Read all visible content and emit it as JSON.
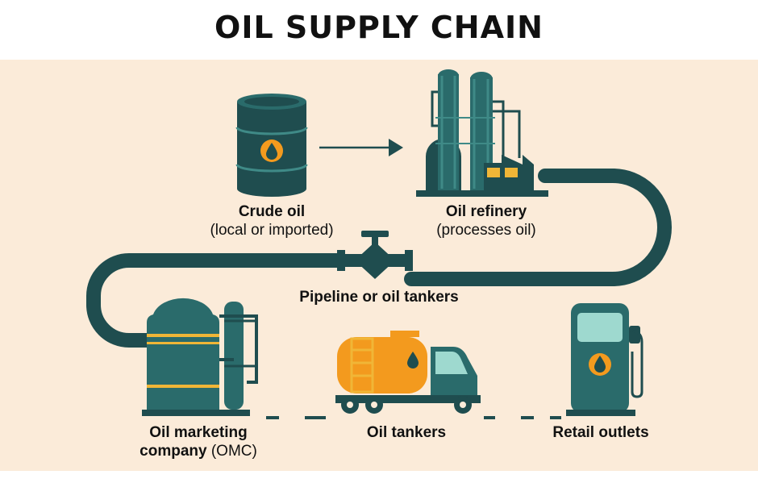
{
  "title": "OIL SUPPLY CHAIN",
  "colors": {
    "background": "#fbebd9",
    "teal_dark": "#1f4d4f",
    "teal_mid": "#2a6b6b",
    "teal_light": "#3f8a87",
    "orange": "#f39a1e",
    "yellow": "#f0b637",
    "mint": "#9ed9cf"
  },
  "icons": [
    "oil-barrel-icon",
    "oil-drop-icon",
    "refinery-icon",
    "pipeline-valve-icon",
    "storage-tank-icon",
    "tanker-truck-icon",
    "fuel-pump-icon",
    "arrow-right-icon"
  ],
  "nodes": {
    "crude": {
      "label": "Crude oil",
      "sublabel": "(local or imported)"
    },
    "refinery": {
      "label": "Oil refinery",
      "sublabel": "(processes oil)"
    },
    "pipeline": {
      "label": "Pipeline or oil tankers"
    },
    "omc": {
      "label_line1": "Oil marketing",
      "label_line2_bold": "company",
      "label_line2_rest": "(OMC)"
    },
    "tankers": {
      "label": "Oil tankers"
    },
    "retail": {
      "label": "Retail outlets"
    }
  }
}
